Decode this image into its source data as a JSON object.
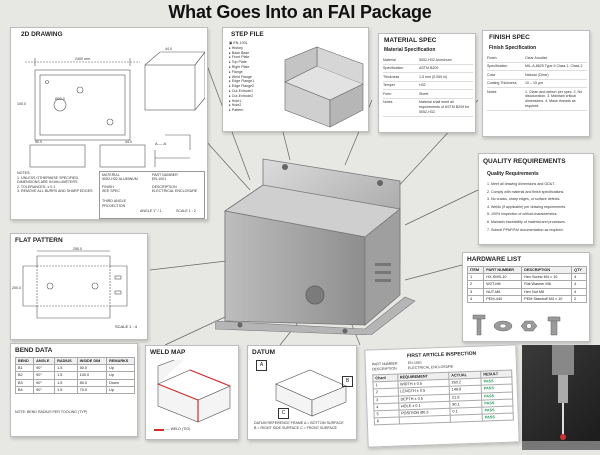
{
  "title": "What Goes Into an FAI Package",
  "drawing": {
    "title": "2D DRAWING",
    "notes": [
      "NOTES:",
      "1. UNLESS OTHERWISE SPECIFIED,",
      "DIMENSIONS ARE IN MILLIMETERS",
      "2. TOLERANCES: ± 0.1",
      "3. REMOVE ALL BURRS AND SHARP EDGES"
    ],
    "tb_material_label": "MATERIAL",
    "tb_material": "5052-H32 ALUMINUM",
    "tb_finish_label": "FINISH",
    "tb_finish": "SEE SPEC",
    "tb_part_label": "PART NUMBER",
    "tb_part": "EN-1001",
    "tb_desc_label": "DESCRIPTION",
    "tb_desc": "ELECTRICAL ENCLOSURE",
    "tb_proj": "THIRD ANGLE PROJECTION",
    "tb_angle": "ANGLE 1° / 1",
    "tb_scale": "SCALE 1 : 2",
    "section": "A — A"
  },
  "step": {
    "title": "STEP FILE",
    "tree": [
      "EN-1001",
      "History",
      "Base Base",
      "Front Plate",
      "Top Plate",
      "Right Plate",
      "Flange",
      "Weld Flange",
      "Edge Flange1",
      "Edge Flange2",
      "Cut-Extrude1",
      "Cut-Extrude2",
      "Hole1",
      "Hole2",
      "Pattern"
    ]
  },
  "material": {
    "title": "MATERIAL SPEC",
    "subtitle": "Material Specification",
    "rows": [
      {
        "k": "Material",
        "v": "5052-H32 Aluminum"
      },
      {
        "k": "Specification",
        "v": "ASTM B209"
      },
      {
        "k": "Thickness",
        "v": "1.5 mm (0.059 in)"
      },
      {
        "k": "Temper",
        "v": "H32"
      },
      {
        "k": "Form",
        "v": "Sheet"
      },
      {
        "k": "Notes",
        "v": "Material shall meet all requirements of ASTM B209 for 5052-H32."
      }
    ]
  },
  "finish": {
    "title": "FINISH SPEC",
    "subtitle": "Finish Specification",
    "rows": [
      {
        "k": "Finish",
        "v": "Clear Anodize"
      },
      {
        "k": "Specification",
        "v": "MIL-A-8625 Type II Class 1, Class 2"
      },
      {
        "k": "Color",
        "v": "Natural (Clear)"
      },
      {
        "k": "Coating Thickness",
        "v": "10 – 15 µm"
      },
      {
        "k": "Notes",
        "v": "1. Clean and deburr per spec. 2. No discoloration. 3. Maintain critical dimensions. 4. Mask threads as required."
      }
    ]
  },
  "quality": {
    "title": "QUALITY REQUIREMENTS",
    "subtitle": "Quality Requirements",
    "items": [
      "1. Meet all drawing dimensions and GD&T.",
      "2. Comply with material and finish specifications.",
      "3. No cracks, sharp edges, or surface defects.",
      "4. Welds (if applicable) per drawing requirements.",
      "5. 100% inspection of critical characteristics.",
      "6. Maintain traceability of material and processes.",
      "7. Submit PPAP/FAI documentation as required."
    ]
  },
  "flat": {
    "title": "FLAT PATTERN",
    "dim_w": "250.0",
    "dim_h": "200.0",
    "scale": "SCALE 1 : 4"
  },
  "hardware": {
    "title": "HARDWARE LIST",
    "headers": [
      "ITEM",
      "PART NUMBER",
      "DESCRIPTION",
      "QTY"
    ],
    "rows": [
      [
        "1",
        "HX-SMS-10",
        "Hex Screw M4 × 10",
        "4"
      ],
      [
        "2",
        "W2T-M6",
        "Flat Washer M6",
        "4"
      ],
      [
        "3",
        "NUT-M6",
        "Hex Nut M6",
        "4"
      ],
      [
        "4",
        "PEM-440",
        "PEM Standoff M4 × 10",
        "2"
      ]
    ]
  },
  "bend": {
    "title": "BEND DATA",
    "headers": [
      "BEND",
      "ANGLE",
      "RADIUS",
      "INSIDE DIM",
      "REMARKS"
    ],
    "rows": [
      [
        "B1",
        "90°",
        "1.5",
        "50.0",
        "Up"
      ],
      [
        "B2",
        "90°",
        "1.5",
        "100.0",
        "Up"
      ],
      [
        "B3",
        "90°",
        "1.5",
        "80.0",
        "Down"
      ],
      [
        "B4",
        "90°",
        "1.5",
        "70.0",
        "Up"
      ]
    ],
    "note": "NOTE: BEND RADIUS PER TOOLING (TYP)"
  },
  "weld": {
    "title": "WELD MAP",
    "legend": "— WELD (TIG)"
  },
  "datum": {
    "title": "DATUM",
    "labels": [
      "A",
      "B",
      "C"
    ],
    "note": "DATUM REFERENCE FRAME A = BOTTOM SURFACE B = RIGHT SIDE SURFACE C = FRONT SURFACE"
  },
  "fai": {
    "title": "FIRST ARTICLE INSPECTION",
    "part_label": "PART NUMBER",
    "part": "EN-1001",
    "desc_label": "DESCRIPTION",
    "desc": "ELECTRICAL ENCLOSURE",
    "headers": [
      "Char#",
      "REQUIREMENT",
      "ACTUAL",
      "RESULT"
    ],
    "rows": [
      [
        "1",
        "WIDTH ± 0.5",
        "250.2",
        "PASS"
      ],
      [
        "2",
        "LENGTH ± 0.5",
        "149.8",
        "PASS"
      ],
      [
        "3",
        "DEPTH ± 0.5",
        "21.8",
        "PASS"
      ],
      [
        "4",
        "HOLE ± 0.1",
        "90.1",
        "PASS"
      ],
      [
        "5",
        "POSITION Ø0.3",
        "0.1",
        "PASS"
      ],
      [
        "6",
        "",
        "",
        "PASS"
      ]
    ]
  },
  "colors": {
    "pass": "#1e9a57",
    "weld": "#d62b2b"
  }
}
